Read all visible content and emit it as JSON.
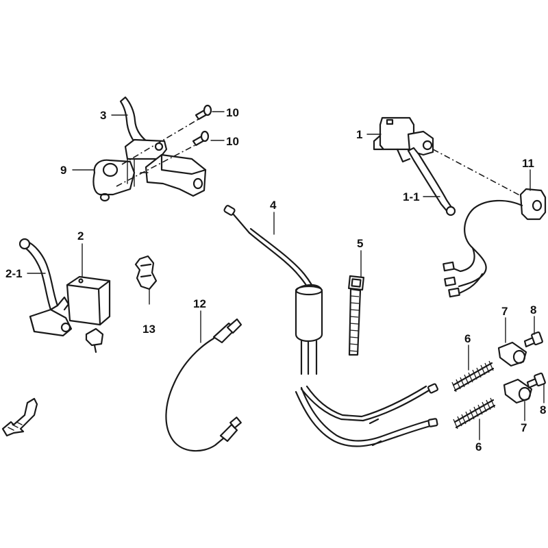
{
  "callouts": {
    "c1": "1",
    "c1_1": "1-1",
    "c2": "2",
    "c2_1": "2-1",
    "c3": "3",
    "c4": "4",
    "c5": "5",
    "c6a": "6",
    "c6b": "6",
    "c7a": "7",
    "c7b": "7",
    "c8a": "8",
    "c8b": "8",
    "c9": "9",
    "c10a": "10",
    "c10b": "10",
    "c11": "11",
    "c12": "12",
    "c13": "13"
  },
  "colors": {
    "line": "#1a1a1a",
    "background": "#ffffff"
  }
}
